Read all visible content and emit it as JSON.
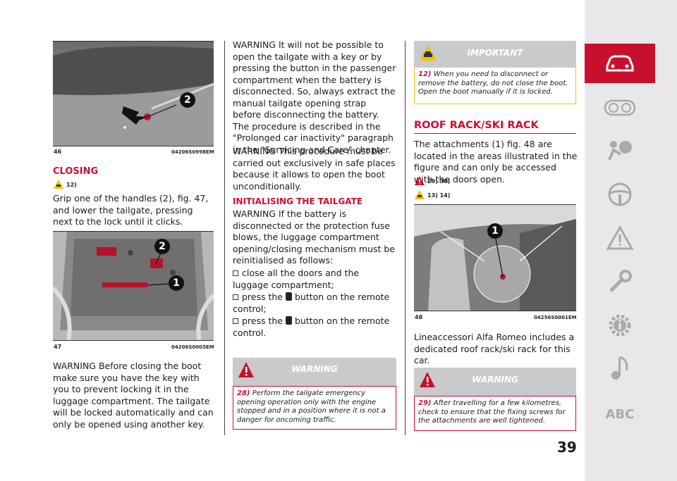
{
  "fig46": {
    "num": "46",
    "code": "04206S0998EM",
    "callouts": [
      "2"
    ]
  },
  "closing": {
    "title": "CLOSING",
    "refs": "12)",
    "text": "Grip one of the handles (2), fig. 47, and lower the tailgate, pressing next to the lock until it clicks."
  },
  "fig47": {
    "num": "47",
    "code": "04206S0003EM",
    "callouts": [
      "2",
      "1"
    ]
  },
  "warning_closing": "WARNING Before closing the boot make sure you have the key with you to prevent locking it in the luggage compartment. The tailgate will be locked automatically and can only be opened using another key.",
  "warning_battery": "WARNING It will not be possible to open the tailgate with a key or by pressing the button in the passenger compartment when the battery is disconnected. So, always extract the manual tailgate opening strap before disconnecting the battery. The procedure is described in the \"Prolonged car inactivity\" paragraph in the \"Servicing and Care\" chapter.",
  "warning_strap": "WARNING This procedure must be carried out exclusively in safe places because it allows to open the boot unconditionally.",
  "init": {
    "title": "INITIALISING THE TAILGATE",
    "text": "WARNING If the battery is disconnected or the protection fuse blows, the luggage compartment opening/closing mechanism must be reinitialised as follows:",
    "steps": [
      {
        "pre": "close all the doors and the luggage compartment;",
        "post": ""
      },
      {
        "pre": "press the",
        "post": "button on the remote control;"
      },
      {
        "pre": "press the",
        "post": "button on the remote control."
      }
    ]
  },
  "box28": {
    "head": "WARNING",
    "num": "28)",
    "text": "Perform the tailgate emergency opening operation only with the engine stopped and in a position where it is not a danger for oncoming traffic."
  },
  "box12": {
    "head": "IMPORTANT",
    "num": "12)",
    "text": "When you need to disconnect or remove the battery, do not close the boot. Open the boot manually if it is locked."
  },
  "roof": {
    "title": "ROOF RACK/SKI RACK",
    "text": "The attachments (1) fig. 48 are located in the areas illustrated in the figure and can only be accessed with the doors open.",
    "refs_warning": "29) 30)",
    "refs_important": "13) 14)",
    "text2": "Lineaccessori Alfa Romeo includes a dedicated roof rack/ski rack for this car."
  },
  "fig48": {
    "num": "48",
    "code": "04256S0001EM",
    "callouts": [
      "1"
    ]
  },
  "box29": {
    "head": "WARNING",
    "num": "29)",
    "text": "After travelling for a few kilometres, check to ensure that the fixing screws for the attachments are well tightened."
  },
  "page_number": "39",
  "sidebar": {
    "items": [
      "car-icon",
      "gauges-icon",
      "airbag-icon",
      "steering-wheel-icon",
      "warning-icon",
      "wrench-icon",
      "settings-info-icon",
      "music-icon"
    ],
    "abc_label": "ABC",
    "active_color": "#c8102e"
  },
  "colors": {
    "accent": "#c8102e",
    "box_header": "#c9cacc",
    "sidebar": "#e8e8ea"
  }
}
